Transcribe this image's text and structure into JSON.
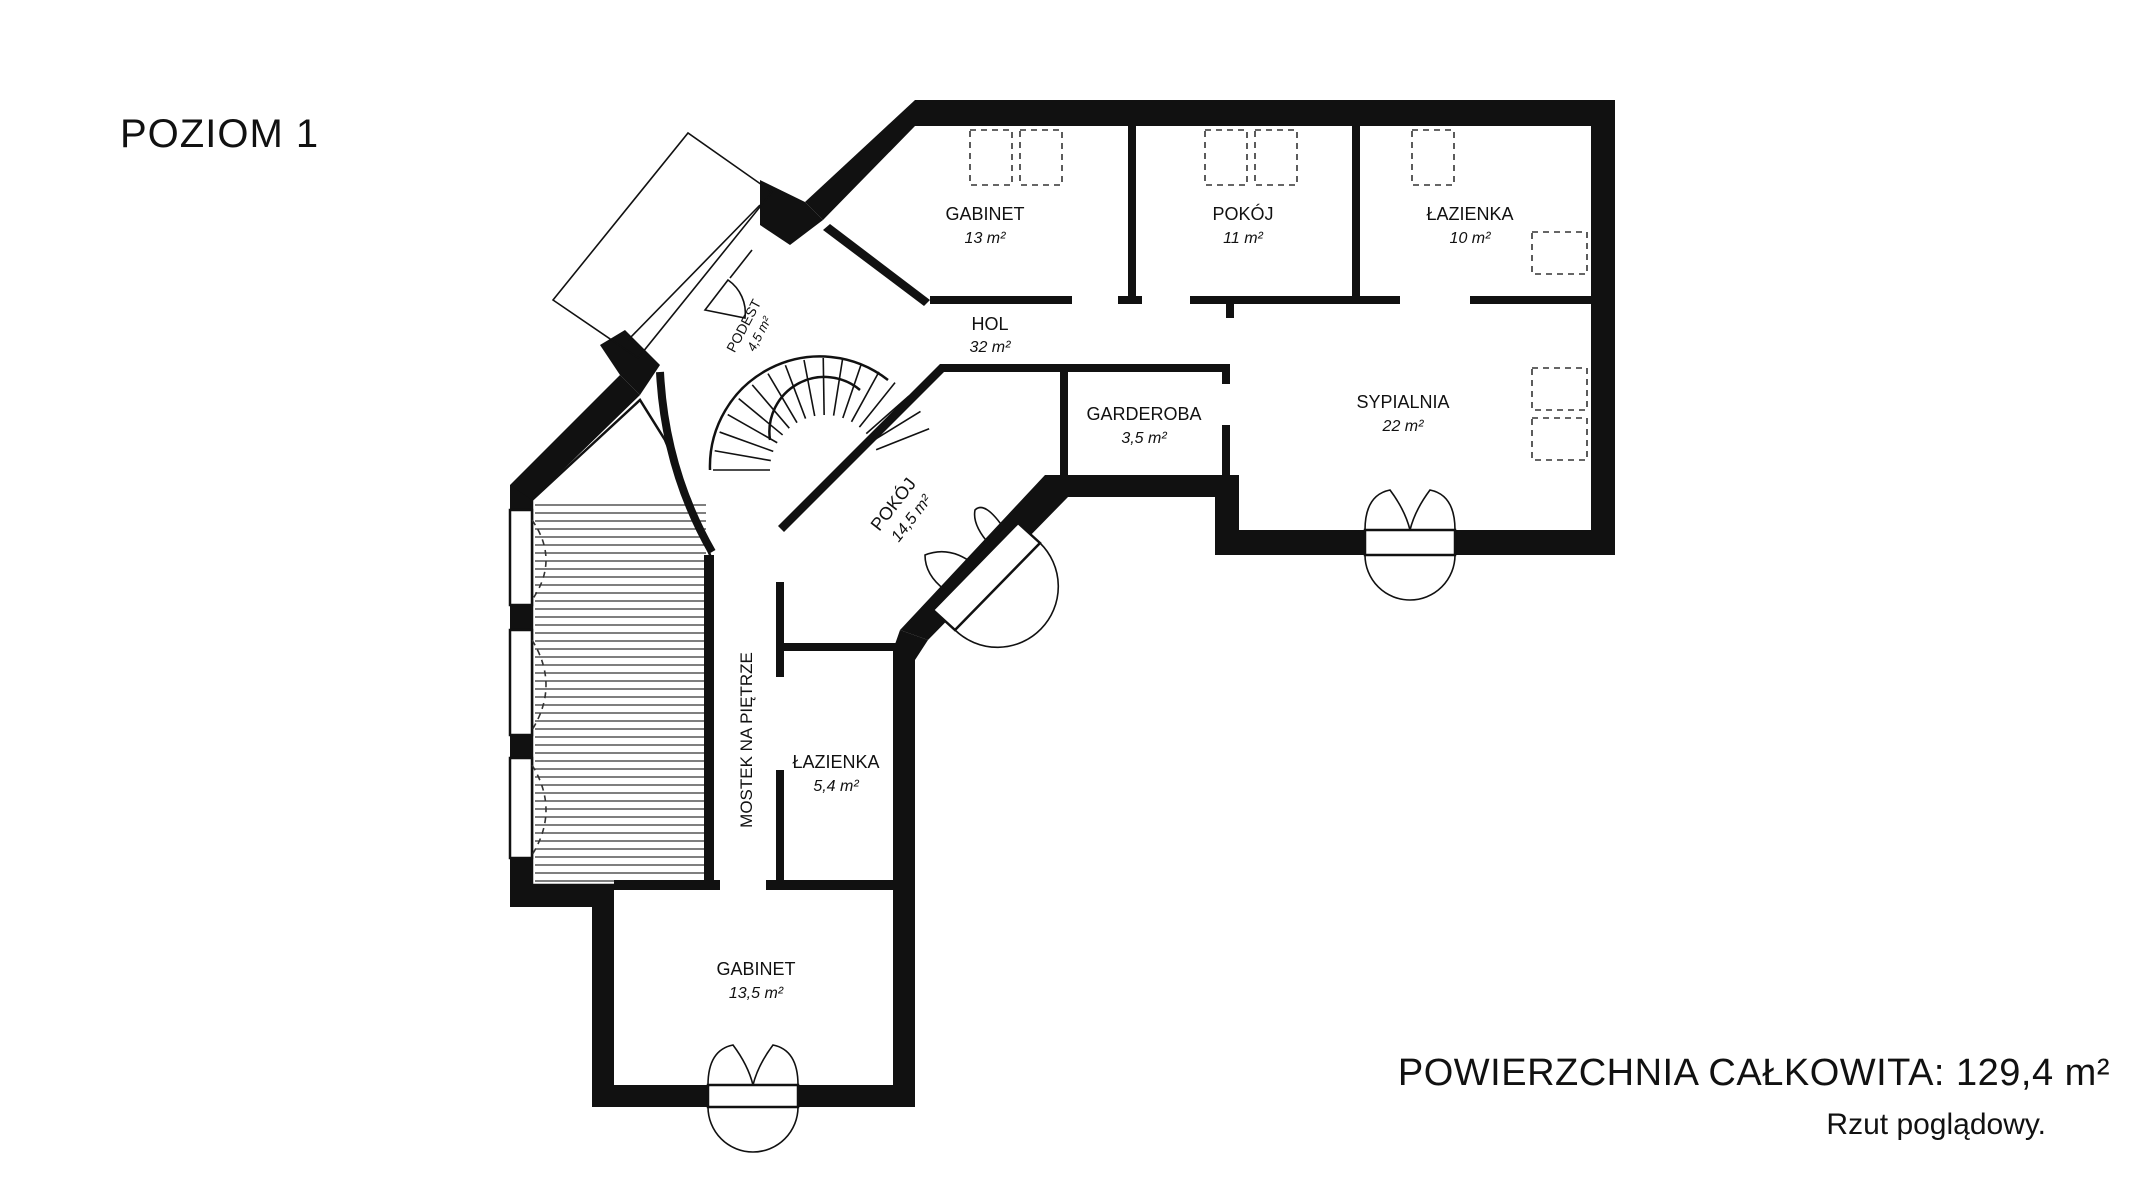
{
  "level_title": "POZIOM 1",
  "total_area": "POWIERZCHNIA CAŁKOWITA: 129,4 m²",
  "note": "Rzut poglądowy.",
  "rooms": [
    {
      "id": "gabinet-top",
      "name": "GABINET",
      "area": "13 m²"
    },
    {
      "id": "pokoj-top",
      "name": "POKÓJ",
      "area": "11 m²"
    },
    {
      "id": "lazienka-top",
      "name": "ŁAZIENKA",
      "area": "10 m²"
    },
    {
      "id": "hol",
      "name": "HOL",
      "area": "32 m²"
    },
    {
      "id": "podest",
      "name": "PODEST",
      "area": "4,5 m²"
    },
    {
      "id": "garderoba",
      "name": "GARDEROBA",
      "area": "3,5 m²"
    },
    {
      "id": "sypialnia",
      "name": "SYPIALNIA",
      "area": "22 m²"
    },
    {
      "id": "pokoj-mid",
      "name": "POKÓJ",
      "area": "14,5 m²"
    },
    {
      "id": "lazienka-bottom",
      "name": "ŁAZIENKA",
      "area": "5,4 m²"
    },
    {
      "id": "gabinet-bottom",
      "name": "GABINET",
      "area": "13,5 m²"
    }
  ],
  "corridor_label": "MOSTEK NA PIĘTRZE"
}
